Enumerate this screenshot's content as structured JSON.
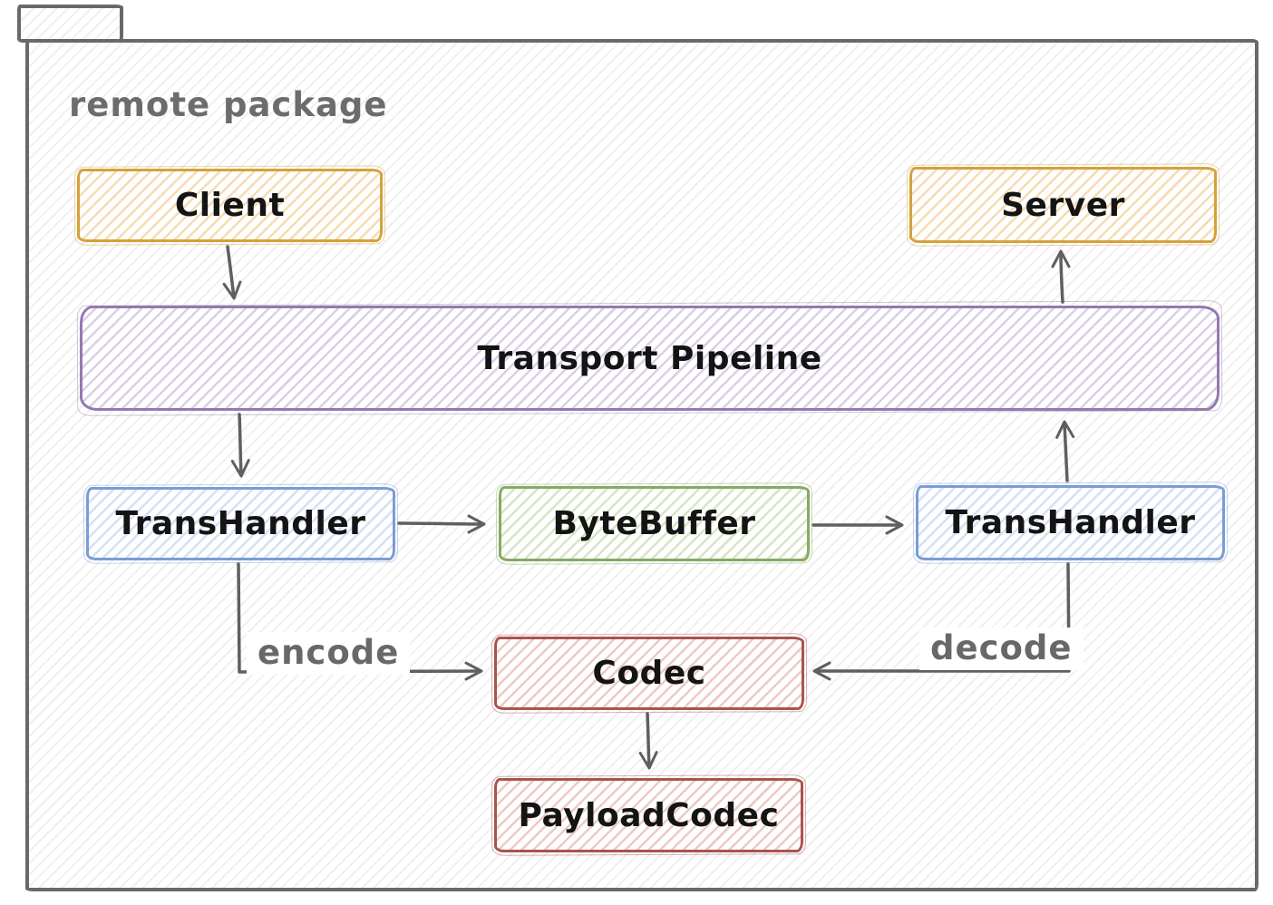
{
  "package": {
    "title": "remote package"
  },
  "nodes": {
    "client": {
      "label": "Client",
      "color": "#d4a23c"
    },
    "server": {
      "label": "Server",
      "color": "#d4a23c"
    },
    "transport_pipeline": {
      "label": "Transport Pipeline",
      "color": "#9579b0"
    },
    "trans_handler_left": {
      "label": "TransHandler",
      "color": "#7b9cd6"
    },
    "byte_buffer": {
      "label": "ByteBuffer",
      "color": "#86aa61"
    },
    "trans_handler_right": {
      "label": "TransHandler",
      "color": "#7b9cd6"
    },
    "codec": {
      "label": "Codec",
      "color": "#a9544e"
    },
    "payload_codec": {
      "label": "PayloadCodec",
      "color": "#a9544e"
    }
  },
  "edges": [
    {
      "from": "Client",
      "to": "Transport Pipeline",
      "label": ""
    },
    {
      "from": "Transport Pipeline",
      "to": "TransHandler (left)",
      "label": ""
    },
    {
      "from": "TransHandler (left)",
      "to": "ByteBuffer",
      "label": ""
    },
    {
      "from": "ByteBuffer",
      "to": "TransHandler (right)",
      "label": ""
    },
    {
      "from": "TransHandler (right)",
      "to": "Transport Pipeline",
      "label": ""
    },
    {
      "from": "Transport Pipeline",
      "to": "Server",
      "label": ""
    },
    {
      "from": "TransHandler (left)",
      "to": "Codec",
      "label": "encode"
    },
    {
      "from": "TransHandler (right)",
      "to": "Codec",
      "label": "decode"
    },
    {
      "from": "Codec",
      "to": "PayloadCodec",
      "label": ""
    }
  ],
  "colors": {
    "package_border": "#696969",
    "arrow": "#5f5f5f",
    "title_text": "#6c6c6c",
    "node_text": "#141414",
    "edge_label_text": "#686868"
  }
}
